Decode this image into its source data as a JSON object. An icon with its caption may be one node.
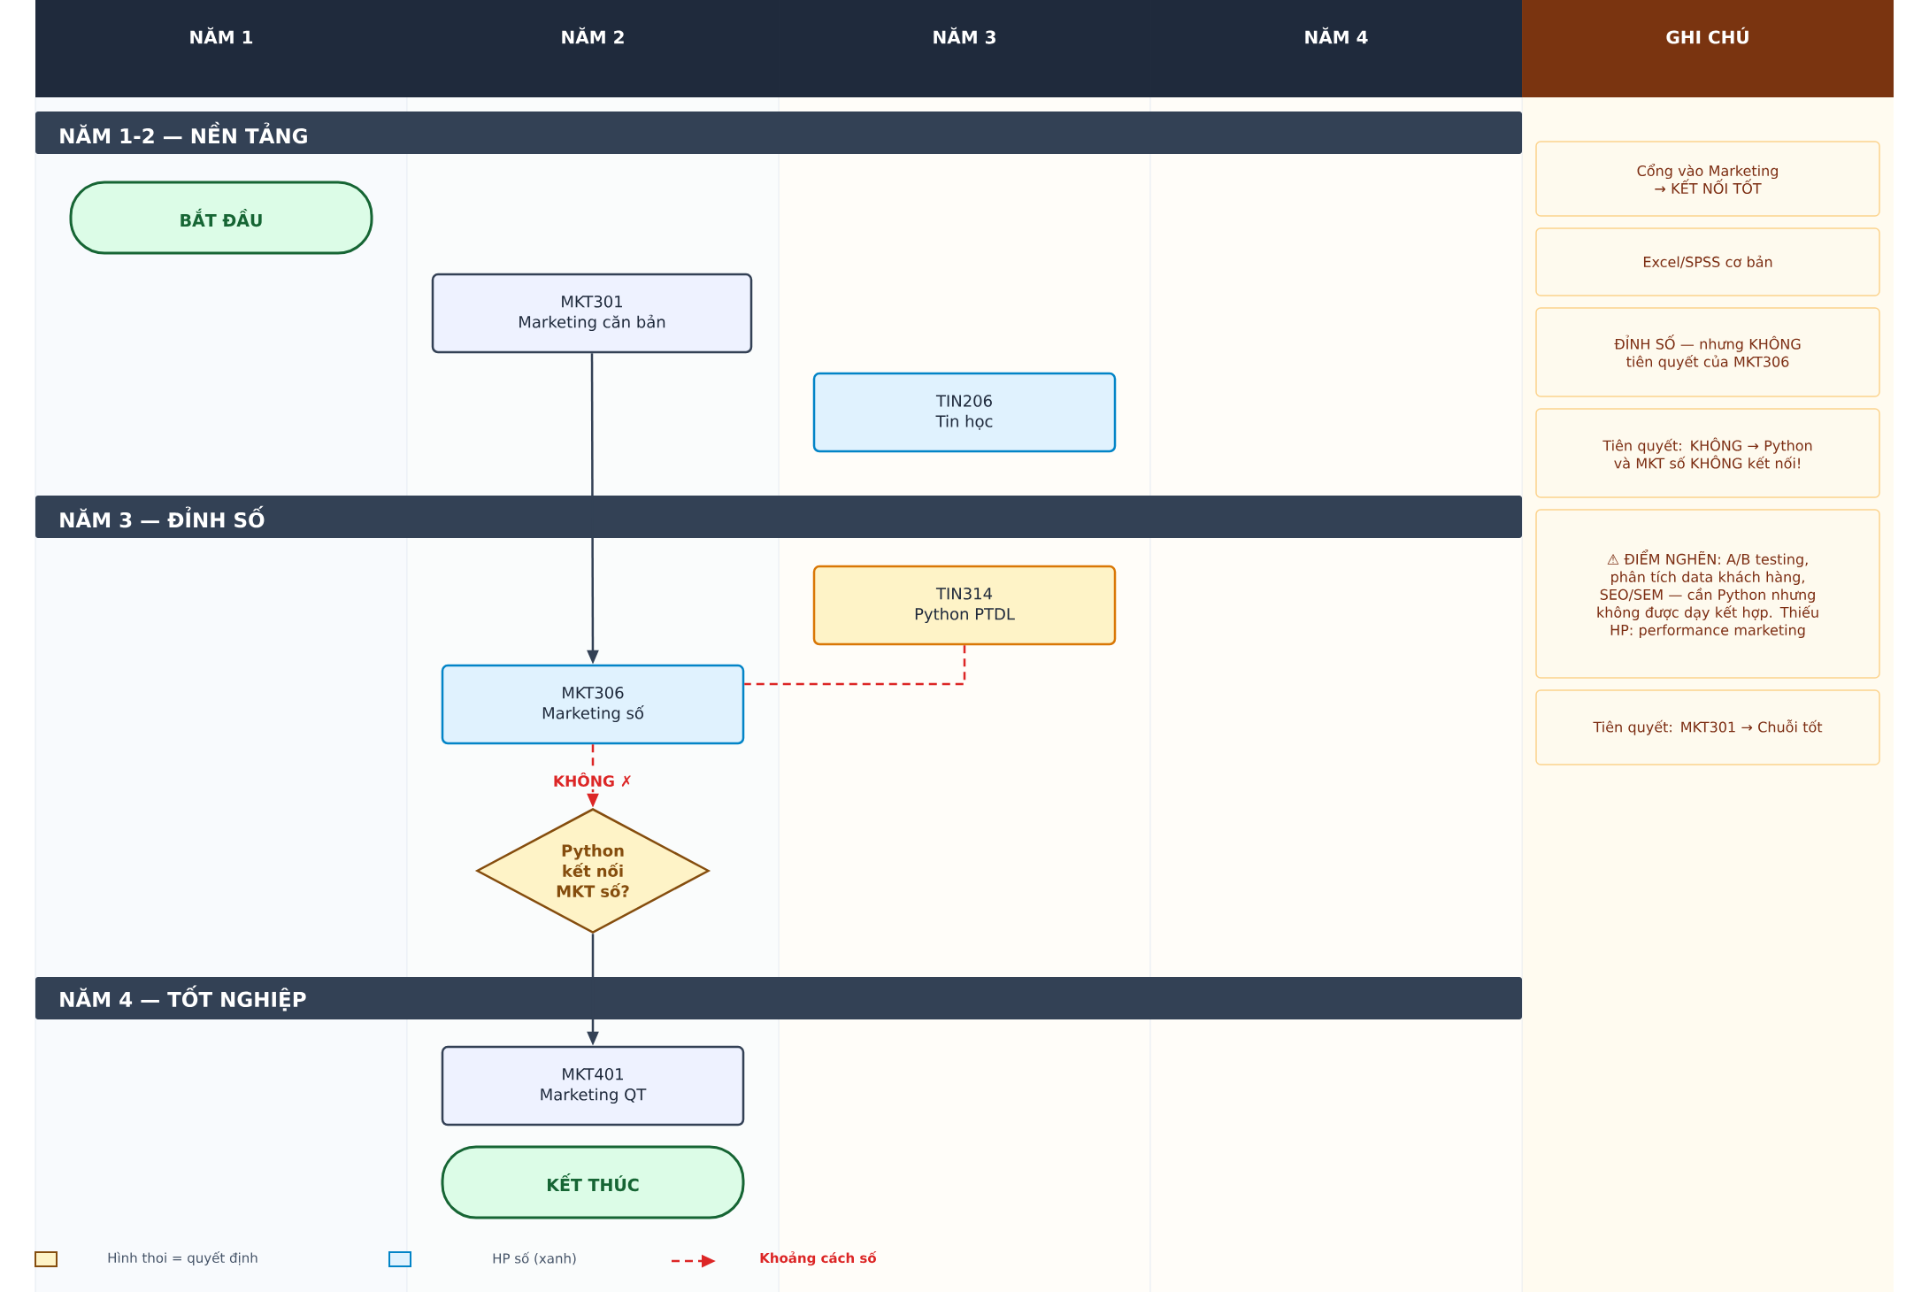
{
  "diagram": {
    "nodes": [
      {
        "text": [
          "NĂM 1"
        ]
      },
      {
        "text": [
          "NĂM 2"
        ]
      },
      {
        "text": [
          "NĂM 3"
        ]
      },
      {
        "text": [
          "NĂM 4"
        ]
      },
      {
        "text": [
          "GHI CHÚ"
        ]
      },
      {
        "text": [
          "NĂM 1-2 — NỀN TẢNG"
        ]
      },
      {
        "text": [
          "BẮT ĐẦU"
        ]
      },
      {
        "text": [
          "MKT301",
          "Marketing căn bản"
        ]
      },
      {
        "text": [
          "TIN206",
          "Tin học"
        ]
      },
      {
        "text": [
          "NĂM 3 — ĐỈNH SỐ"
        ]
      },
      {
        "text": [
          "TIN314",
          "Python PTDL"
        ]
      },
      {
        "text": [
          "MKT306",
          "Marketing số"
        ]
      },
      {
        "text": [
          "Python kết nối MKT số?"
        ]
      },
      {
        "text": [
          "NĂM 4 — TỐT NGHIỆP"
        ]
      },
      {
        "text": [
          "MKT401",
          "Marketing QT"
        ]
      },
      {
        "text": [
          "KẾT THÚC"
        ]
      },
      {
        "text": [
          "Cổng vào Marketing → KẾT NỐI TỐT"
        ]
      },
      {
        "text": [
          "Excel/SPSS cơ bản"
        ]
      },
      {
        "text": [
          "ĐỈNH SỐ — nhưng KHÔNG tiên quyết của MKT306"
        ]
      },
      {
        "text": [
          "Tiên quyết: KHÔNG → Python và MKT số KHÔNG kết nối!"
        ]
      },
      {
        "text": [
          "⚠ ĐIỂM NGHẼN: A/B testing, phân tích data khách hàng, SEO/SEM — cần Python nhưng không được dạy kết hợp. Thiếu HP: performance marketing"
        ]
      },
      {
        "text": [
          "Tiên quyết: MKT301 → Chuỗi tốt"
        ]
      }
    ],
    "edges": [
      {
        "from": 7,
        "to": 11,
        "arrow": "to"
      },
      {
        "from": 10,
        "to": 11,
        "arrow": "none",
        "style": "dashed",
        "color": "#dc2626"
      },
      {
        "from": 11,
        "to": 12,
        "arrow": "to",
        "label": "KHÔNG ✗",
        "style": "dashed",
        "color": "#dc2626"
      },
      {
        "from": 12,
        "to": 14,
        "arrow": "to"
      }
    ],
    "legend": [
      {
        "text": "Hình thoi = quyết định",
        "color": "#fef3c7"
      },
      {
        "text": "HP số (xanh)",
        "color": "#e0f2fe"
      },
      {
        "text": "Khoảng cách số"
      }
    ]
  }
}
